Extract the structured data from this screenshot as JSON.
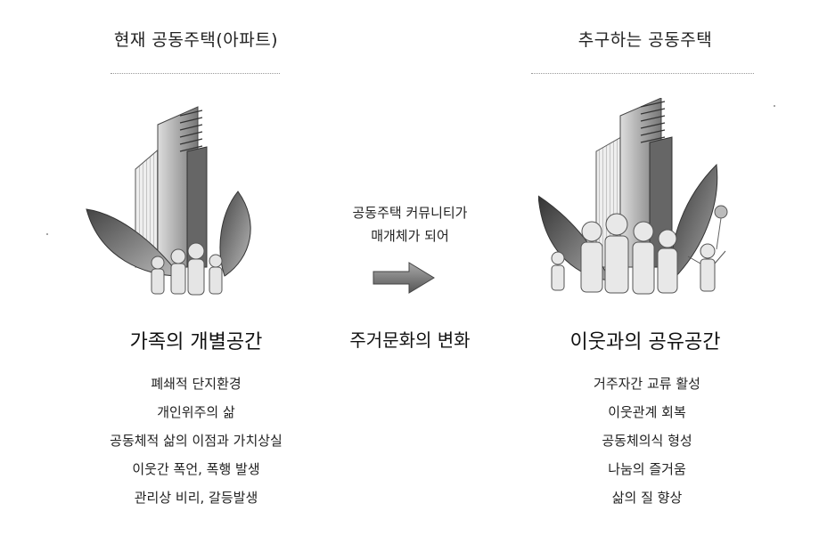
{
  "left": {
    "title": "현재 공동주택(아파트)",
    "section_title": "가족의 개별공간",
    "items": [
      "폐쇄적 단지환경",
      "개인위주의 삶",
      "공동체적 삶의 이점과 가치상실",
      "이웃간 폭언, 폭행 발생",
      "관리상 비리, 갈등발생"
    ]
  },
  "middle": {
    "caption_line1": "공동주택 커뮤니티가",
    "caption_line2": "매개체가 되어",
    "title": "주거문화의 변화"
  },
  "right": {
    "title": "추구하는 공동주택",
    "section_title": "이웃과의 공유공간",
    "items": [
      "거주자간 교류 활성",
      "이웃관계 회복",
      "공동체의식 형성",
      "나눔의 즐거움",
      "삶의 질 향상"
    ]
  },
  "icons": {
    "left_illustration": "building-leaves-family-icon",
    "arrow": "right-arrow-icon",
    "right_illustration": "building-leaves-community-icon"
  }
}
